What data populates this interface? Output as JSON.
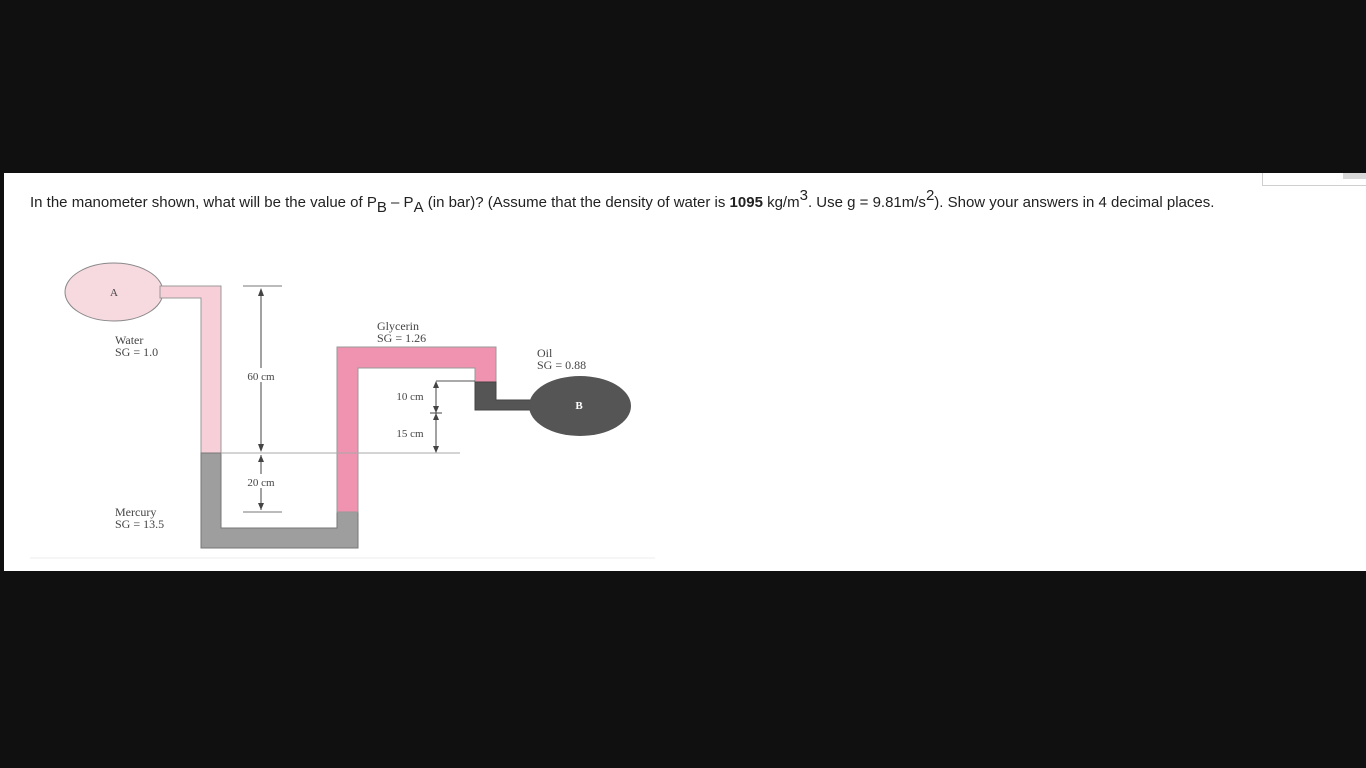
{
  "question": {
    "intro": "In the manometer shown, what will be the value of P",
    "sub_b": "B",
    "minus": " – P",
    "sub_a": "A",
    "mid": " (in bar)? (Assume that the density of water is ",
    "density": "1095",
    "unit": " kg/m",
    "cube": "3",
    "g_text": ". Use g = 9.81m/s",
    "square": "2",
    "ending": "). Show your answers in 4 decimal places."
  },
  "diagram": {
    "vessel_a": "A",
    "vessel_b": "B",
    "water_name": "Water",
    "water_sg": "SG = 1.0",
    "glycerin_name": "Glycerin",
    "glycerin_sg": "SG = 1.26",
    "oil_name": "Oil",
    "oil_sg": "SG = 0.88",
    "mercury_name": "Mercury",
    "mercury_sg": "SG = 13.5",
    "dim_60": "60 cm",
    "dim_20": "20 cm",
    "dim_10": "10 cm",
    "dim_15": "15 cm",
    "colors": {
      "water": "#f7cfd9",
      "glycerin": "#ef93b0",
      "mercury": "#9e9e9e",
      "oil": "#555555",
      "vessel_a": "#f7d9e0"
    }
  }
}
